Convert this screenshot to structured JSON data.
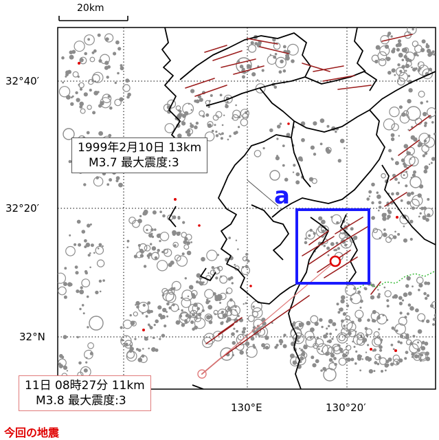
{
  "scale": {
    "label": "20km"
  },
  "lat_labels": [
    "32°40′",
    "32°20′",
    "32°N"
  ],
  "lon_labels": [
    "130°E",
    "130°20′"
  ],
  "region_label": "a",
  "callout_past": {
    "date_depth": "1999年2月10日 13km",
    "mag_intensity": "M3.7 最大震度:3"
  },
  "callout_current": {
    "datetime_depth": "11日 08時27分 11km",
    "mag_intensity": "M3.8 最大震度:3"
  },
  "caption": "今回の地震",
  "colors": {
    "study_box": "#1a1aff",
    "fault": "#9b1c1c",
    "epicenter": "#8c8c8c",
    "mainshock": "#e00000",
    "boundary": "#2bb52b",
    "caption": "#e00000"
  },
  "legend_semantics": {
    "grey_circles": "past epicenters",
    "red_circle": "this earthquake"
  }
}
